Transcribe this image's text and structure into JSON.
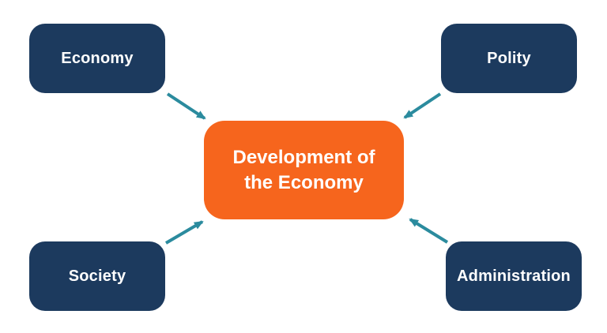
{
  "diagram": {
    "center": {
      "label": "Development of the Economy",
      "line1": "Development of",
      "line2": "the Economy"
    },
    "nodes": [
      {
        "id": "economy",
        "label": "Economy"
      },
      {
        "id": "polity",
        "label": "Polity"
      },
      {
        "id": "society",
        "label": "Society"
      },
      {
        "id": "administration",
        "label": "Administration"
      }
    ],
    "arrows": [
      {
        "from": "economy",
        "to": "center"
      },
      {
        "from": "polity",
        "to": "center"
      },
      {
        "from": "society",
        "to": "center"
      },
      {
        "from": "administration",
        "to": "center"
      }
    ]
  },
  "colors": {
    "navy": "#1c3a5e",
    "orange": "#f6651d",
    "teal": "#2b8b9e",
    "text": "#ffffff",
    "background": "#ffffff"
  }
}
